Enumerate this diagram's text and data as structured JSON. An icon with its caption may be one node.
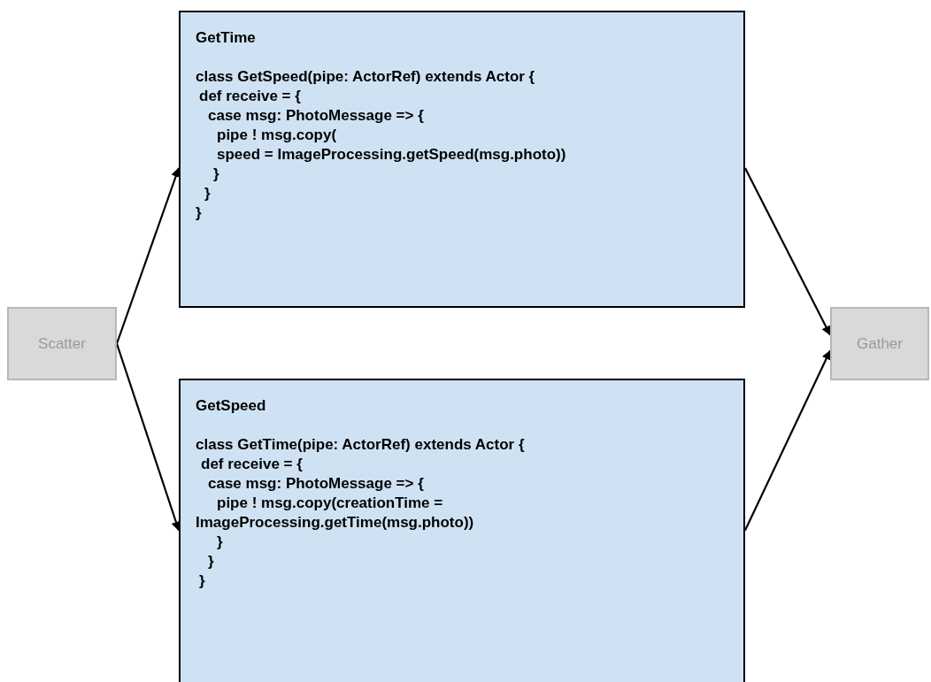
{
  "diagram": {
    "nodes": [
      {
        "text": [
          "Scatter"
        ]
      },
      {
        "text": [
          "GetTime",
          "class GetSpeed(pipe: ActorRef) extends Actor {",
          "def receive = {",
          "case msg: PhotoMessage => {",
          "pipe ! msg.copy(",
          "speed = ImageProcessing.getSpeed(msg.photo))",
          "}",
          "}",
          "}"
        ]
      },
      {
        "text": [
          "GetSpeed",
          "class GetTime(pipe: ActorRef) extends Actor {",
          "def receive = {",
          "case msg: PhotoMessage => {",
          "pipe ! msg.copy(creationTime =",
          "ImageProcessing.getTime(msg.photo))",
          "}",
          "}",
          "}"
        ]
      },
      {
        "text": [
          "Gather"
        ]
      }
    ],
    "edges": [
      {
        "from": 0,
        "to": 1,
        "arrow": "to"
      },
      {
        "from": 0,
        "to": 2,
        "arrow": "to"
      },
      {
        "from": 1,
        "to": 3,
        "arrow": "to"
      },
      {
        "from": 2,
        "to": 3,
        "arrow": "to"
      }
    ]
  }
}
